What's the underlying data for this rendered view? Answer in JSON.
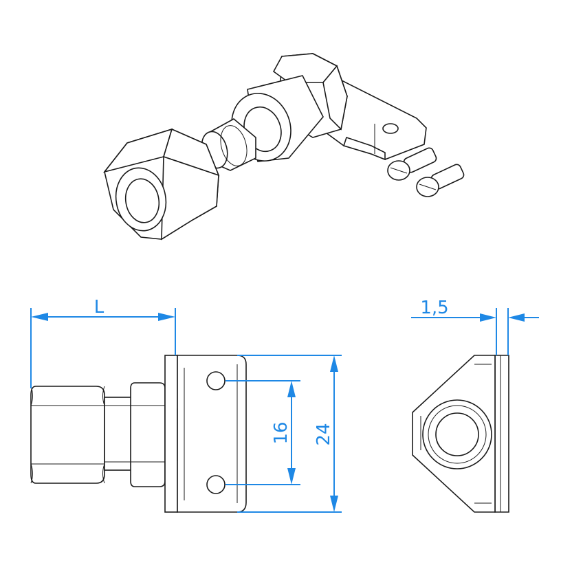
{
  "figure": {
    "dimensions": {
      "length_label": "L",
      "thickness_label": "1,5",
      "hole_spacing_label": "16",
      "height_label": "24"
    },
    "colors": {
      "dimension": "#1e88e5",
      "outline": "#1a1a1a",
      "steel_light": "#d9e2ef",
      "steel_mid": "#b5c3d8",
      "steel_dark": "#7e8fa8",
      "brass_light": "#f5d36a",
      "brass_dark": "#b8860b"
    },
    "icons": [
      "3d-assembly-view",
      "front-view",
      "side-view"
    ]
  }
}
